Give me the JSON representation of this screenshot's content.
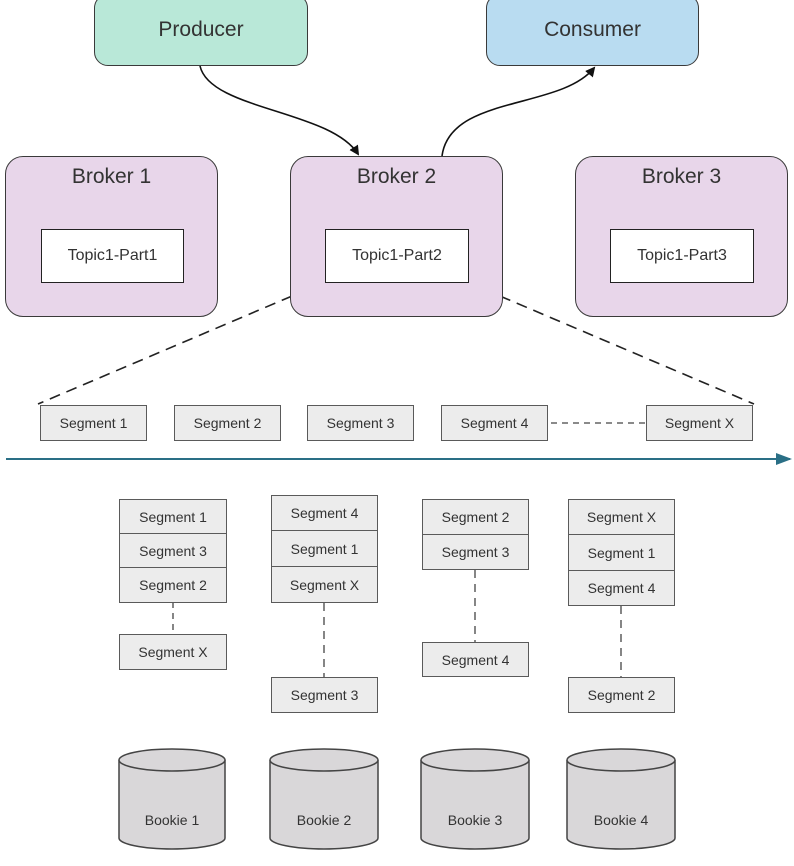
{
  "producer": {
    "label": "Producer"
  },
  "consumer": {
    "label": "Consumer"
  },
  "brokers": [
    {
      "title": "Broker 1",
      "topic": "Topic1-Part1"
    },
    {
      "title": "Broker 2",
      "topic": "Topic1-Part2"
    },
    {
      "title": "Broker 3",
      "topic": "Topic1-Part3"
    }
  ],
  "segment_row": {
    "items": [
      "Segment 1",
      "Segment 2",
      "Segment 3",
      "Segment 4",
      "Segment X"
    ]
  },
  "bookie_stacks": [
    {
      "top": [
        "Segment 1",
        "Segment 3",
        "Segment 2"
      ],
      "bottom": "Segment X"
    },
    {
      "top": [
        "Segment 4",
        "Segment 1",
        "Segment X"
      ],
      "bottom": "Segment 3"
    },
    {
      "top": [
        "Segment 2",
        "Segment 3"
      ],
      "bottom": "Segment 4"
    },
    {
      "top": [
        "Segment X",
        "Segment 1",
        "Segment 4"
      ],
      "bottom": "Segment 2"
    }
  ],
  "bookies": [
    "Bookie 1",
    "Bookie 2",
    "Bookie 3",
    "Bookie 4"
  ],
  "colors": {
    "producer_fill": "#b9e8d8",
    "consumer_fill": "#b9dcf1",
    "broker_fill": "#e8d6ea",
    "segment_fill": "#ececec",
    "timeline_arrow": "#2a6f86",
    "bookie_fill": "#d9d7d9"
  }
}
